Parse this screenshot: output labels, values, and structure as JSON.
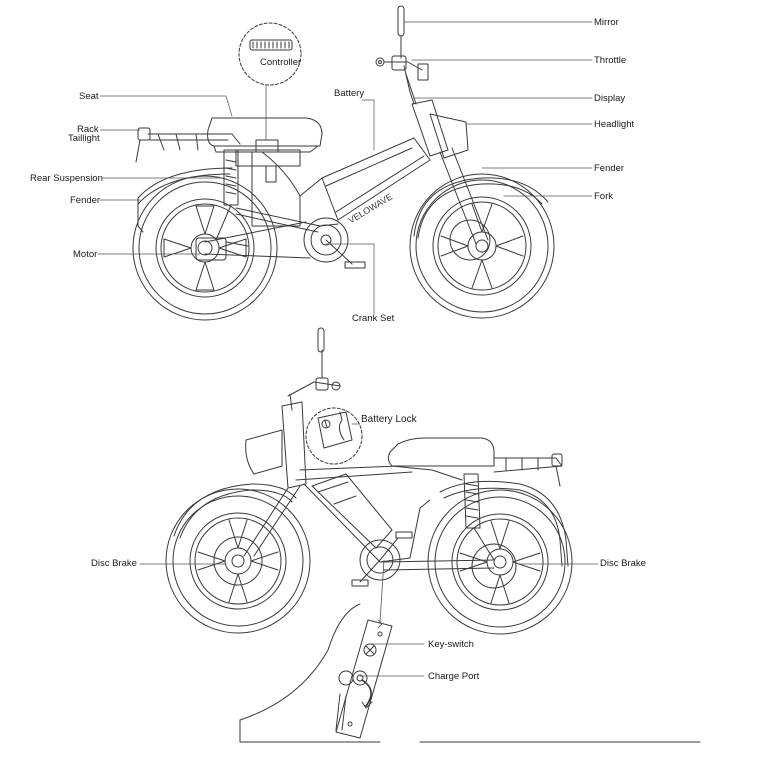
{
  "diagram": {
    "top_view": {
      "callouts": {
        "mirror": "Mirror",
        "throttle": "Throttle",
        "display": "Display",
        "headlight": "Headlight",
        "fender_front": "Fender",
        "fork": "Fork",
        "controller": "Controller",
        "battery": "Battery",
        "seat": "Seat",
        "rack": "Rack",
        "taillight": "Taillight",
        "rear_suspension": "Rear Suspension",
        "fender_rear": "Fender",
        "motor": "Motor",
        "crank_set": "Crank  Set"
      },
      "frame_text": "VELOWAVE"
    },
    "bottom_view": {
      "callouts": {
        "battery_lock": "Battery  Lock",
        "disc_brake_front": "Disc Brake",
        "disc_brake_rear": "Disc Brake",
        "key_switch": "Key-switch",
        "charge_port": "Charge Port"
      }
    },
    "colors": {
      "line": "#3a3a3a",
      "leader": "#555555",
      "background": "#ffffff"
    }
  }
}
